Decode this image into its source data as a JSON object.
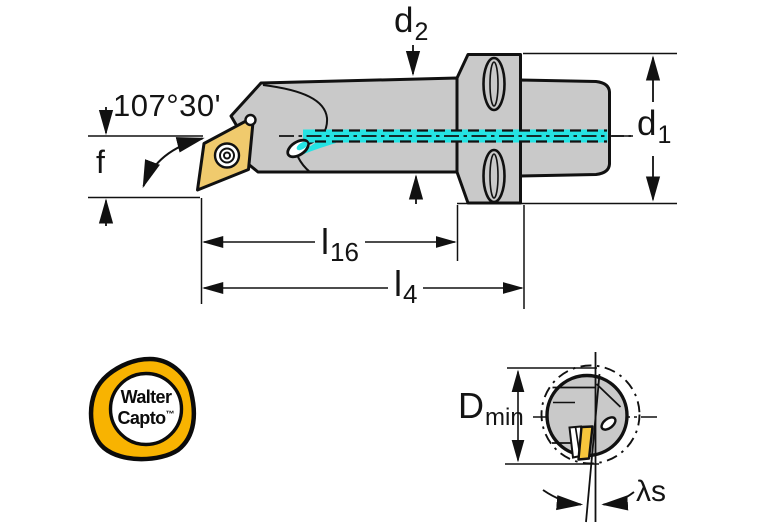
{
  "colors": {
    "body_gray": "#c9c9c9",
    "outline_black": "#111111",
    "insert_gold": "#f0ca6d",
    "section_insert_yellow": "#f6c63c",
    "coolant_cyan": "#25e3e3",
    "logo_yellow": "#f8b301"
  },
  "dimensions": {
    "angle": "107°30'",
    "f": "f",
    "d2": {
      "main": "d",
      "sub": "2"
    },
    "d1": {
      "main": "d",
      "sub": "1"
    },
    "l16": {
      "main": "l",
      "sub": "16"
    },
    "l4": {
      "main": "l",
      "sub": "4"
    },
    "dmin": {
      "main": "D",
      "sub": "min"
    },
    "lambda_s": "λs"
  },
  "logo": {
    "line1": "Walter",
    "line2": "Capto",
    "trademark": "™"
  }
}
